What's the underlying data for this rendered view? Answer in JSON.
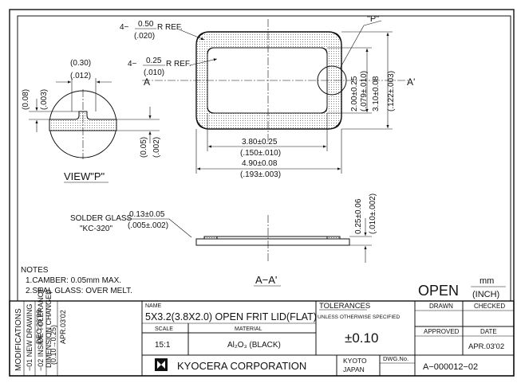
{
  "drawing": {
    "ref_label_outer": "4−",
    "ref_outer_mm": "0.50",
    "ref_outer_in": "(.020)",
    "ref_outer_suffix": "R REF.",
    "ref_label_inner": "4−",
    "ref_inner_mm": "0.25",
    "ref_inner_in": "(.010)",
    "ref_inner_suffix": "R REF.",
    "detail_marker": "\"P\"",
    "section_a_left": "A",
    "section_a_right": "A'",
    "dim_inner_width_mm": "3.80±0.25",
    "dim_inner_width_in": "(.150±.010)",
    "dim_outer_width_mm": "4.90±0.08",
    "dim_outer_width_in": "(.193±.003)",
    "dim_inner_height_mm": "2.00±0.25",
    "dim_inner_height_in": "(.079±.010)",
    "dim_outer_height_mm": "3.10±0.08",
    "dim_outer_height_in": "(.122±.003)",
    "view_p_dim_top_mm": "(0.30)",
    "view_p_dim_top_in": "(.012)",
    "view_p_dim_left_mm": "(0.08)",
    "view_p_dim_left_in": "(.003)",
    "view_p_dim_right_mm": "(0.05)",
    "view_p_dim_right_in": "(.002)",
    "view_p_title": "VIEW\"P\"",
    "solder_glass_label": "SOLDER GLASS",
    "solder_glass_type": "\"KC-320\"",
    "solder_glass_mm": "0.13±0.05",
    "solder_glass_in": "(.005±.002)",
    "thickness_mm": "0.25±0.06",
    "thickness_in": "(.010±.002)",
    "section_title": "A−A'",
    "notes_title": "NOTES",
    "note_1": "1.CAMBER: 0.05mm MAX.",
    "note_2": "2.SEAL GLASS: OVER MELT.",
    "open_label": "OPEN",
    "unit_mm": "mm",
    "unit_inch": "(INCH)"
  },
  "title_block": {
    "modifications_label": "MODIFICATIONS",
    "mod_01_line": "−01 NEW DRAWING",
    "mod_01_date": "DEC.28'99",
    "mod_02_line": "−02 INSIDE TOLERANCE",
    "mod_02_desc": "DIMENSION CHANGED",
    "mod_02_detail": "(0.10→0.25)",
    "mod_02_date": "APR.03'02",
    "name_label": "NAME",
    "name_value": "5X3.2(3.8X2.0) OPEN FRIT LID(FLAT)",
    "scale_label": "SCALE",
    "scale_value": "15:1",
    "material_label": "MATERIAL",
    "material_value": "Al₂O₃ (BLACK)",
    "tolerances_label": "TOLERANCES",
    "tolerances_sub": "UNLESS OTHERWISE SPECIFIED",
    "tolerance_value": "±0.10",
    "drawn_label": "DRAWN",
    "checked_label": "CHECKED",
    "approved_label": "APPROVED",
    "date_label": "DATE",
    "date_value": "APR.03'02",
    "company": "KYOCERA CORPORATION",
    "city": "KYOTO",
    "country": "JAPAN",
    "dwg_label": "DWG.No.",
    "dwg_value": "A−000012−02"
  }
}
